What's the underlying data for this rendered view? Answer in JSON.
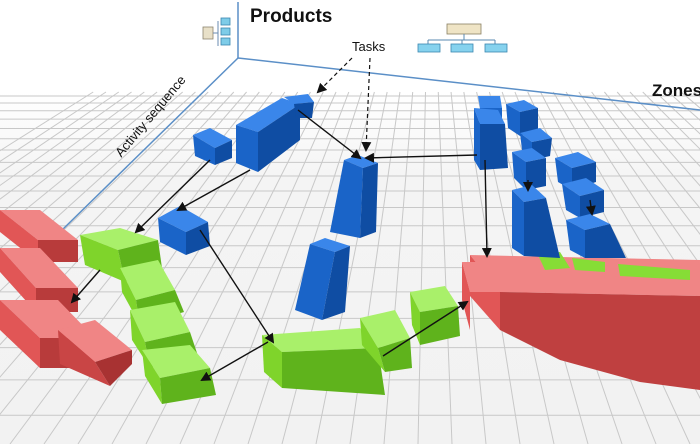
{
  "labels": {
    "products": "Products",
    "tasks": "Tasks",
    "zones": "Zones",
    "activity_sequence": "Activity sequence"
  },
  "icons": {
    "small_hierarchy": "hierarchy-tree-icon",
    "org_chart": "org-chart-icon"
  },
  "colors": {
    "task_block": "#1f6fd6",
    "green_block": "#7fe52b",
    "red_block": "#e85a5a",
    "grid_line": "#c8c8c8",
    "axis_line": "#5b8fc7",
    "arrow": "#111111"
  }
}
